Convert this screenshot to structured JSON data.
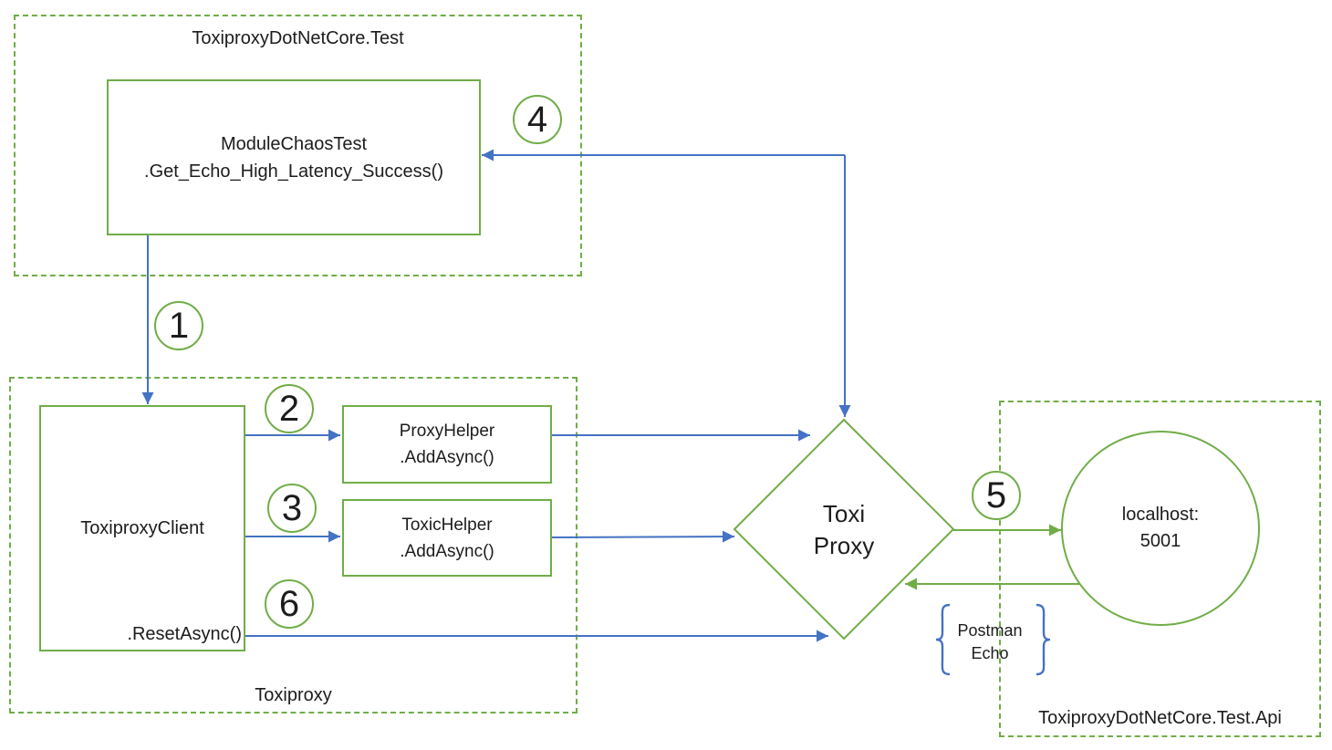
{
  "colors": {
    "green": "#70AD47",
    "blue": "#4472C4",
    "text": "#1c1c1c",
    "background": "#ffffff"
  },
  "containers": {
    "test": {
      "label": "ToxiproxyDotNetCore.Test"
    },
    "toxiproxy": {
      "label": "Toxiproxy"
    },
    "api": {
      "label": "ToxiproxyDotNetCore.Test.Api"
    }
  },
  "nodes": {
    "module_chaos_test": {
      "line1": "ModuleChaosTest",
      "line2": ".Get_Echo_High_Latency_Success()"
    },
    "toxiproxy_client": {
      "label": "ToxiproxyClient",
      "reset_method": ".ResetAsync()"
    },
    "proxy_helper": {
      "line1": "ProxyHelper",
      "line2": ".AddAsync()"
    },
    "toxic_helper": {
      "line1": "ToxicHelper",
      "line2": ".AddAsync()"
    },
    "toxi_proxy_diamond": {
      "line1": "Toxi",
      "line2": "Proxy"
    },
    "localhost_api": {
      "line1": "localhost:",
      "line2": "5001"
    }
  },
  "annotations": {
    "postman_echo": {
      "line1": "Postman",
      "line2": "Echo"
    }
  },
  "steps": {
    "step1": "1",
    "step2": "2",
    "step3": "3",
    "step4": "4",
    "step5": "5",
    "step6": "6"
  }
}
